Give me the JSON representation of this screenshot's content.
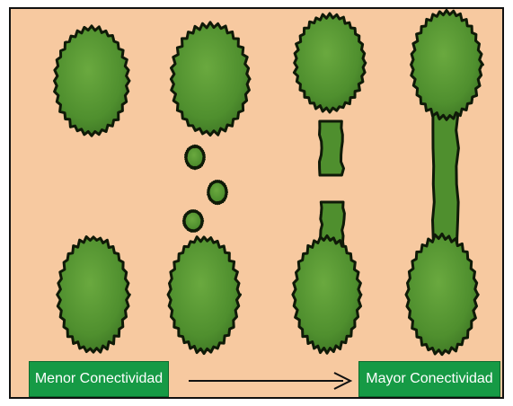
{
  "colors": {
    "background": "#f7c9a0",
    "patch_fill": "#4f8f2e",
    "patch_outline": "#0f1a08",
    "label_bg": "#169a45",
    "label_text": "#ffffff",
    "arrow": "#111111"
  },
  "labels": {
    "left": "Menor Conectividad",
    "right": "Mayor Conectividad"
  },
  "icons": {
    "arrow": "arrow-right-icon",
    "patch": "tree-canopy-icon"
  },
  "stages": [
    {
      "stage": 1,
      "connection": "none"
    },
    {
      "stage": 2,
      "connection": "stepping-stone patches"
    },
    {
      "stage": 3,
      "connection": "partial corridor"
    },
    {
      "stage": 4,
      "connection": "continuous corridor"
    }
  ]
}
